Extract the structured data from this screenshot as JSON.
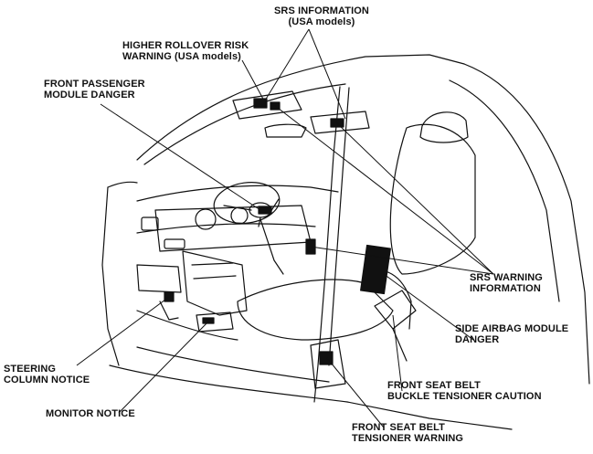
{
  "colors": {
    "ink": "#111111",
    "paper": "#ffffff",
    "label_fill": "#111111"
  },
  "callouts": {
    "srs_information": {
      "line1": "SRS INFORMATION",
      "line2": "(USA models)"
    },
    "rollover": {
      "line1": "HIGHER ROLLOVER RISK",
      "line2": "WARNING (USA models)"
    },
    "front_passenger": {
      "line1": "FRONT PASSENGER",
      "line2": "MODULE DANGER"
    },
    "srs_warning": {
      "line1": "SRS WARNING",
      "line2": "INFORMATION"
    },
    "side_airbag": {
      "line1": "SIDE AIRBAG MODULE",
      "line2": "DANGER"
    },
    "steering_column": {
      "line1": "STEERING",
      "line2": "COLUMN NOTICE"
    },
    "monitor": {
      "line1": "MONITOR NOTICE"
    },
    "buckle_tensioner": {
      "line1": "FRONT SEAT BELT",
      "line2": "BUCKLE TENSIONER CAUTION"
    },
    "belt_tensioner": {
      "line1": "FRONT SEAT BELT",
      "line2": "TENSIONER WARNING"
    }
  }
}
